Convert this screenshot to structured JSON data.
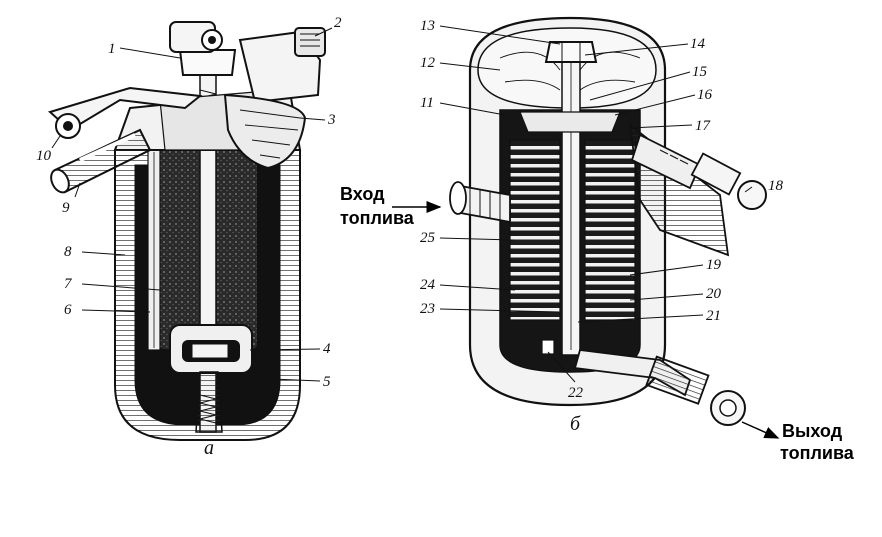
{
  "figure_a": {
    "label": "а",
    "callouts": [
      "1",
      "2",
      "3",
      "4",
      "5",
      "6",
      "7",
      "8",
      "9",
      "10"
    ]
  },
  "figure_b": {
    "label": "б",
    "callouts": [
      "11",
      "12",
      "13",
      "14",
      "15",
      "16",
      "17",
      "18",
      "19",
      "20",
      "21",
      "22",
      "23",
      "24",
      "25"
    ]
  },
  "fuel_inlet": {
    "line1": "Вход",
    "line2": "топлива"
  },
  "fuel_outlet": {
    "line1": "Выход",
    "line2": "топлива"
  },
  "colors": {
    "ink": "#111111",
    "filter_media": "#2a2a2a",
    "paper": "#ffffff"
  }
}
